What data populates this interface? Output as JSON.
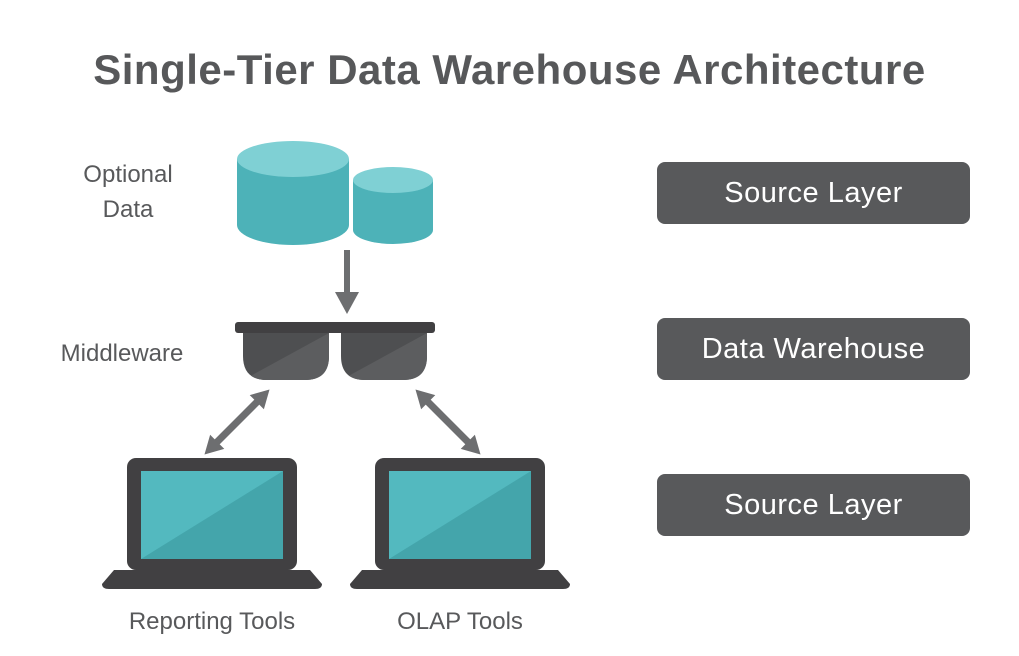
{
  "title": "Single-Tier Data Warehouse Architecture",
  "left_labels": {
    "optional_data": "Optional Data",
    "middleware": "Middleware"
  },
  "tool_labels": {
    "reporting": "Reporting Tools",
    "olap": "OLAP Tools"
  },
  "layer_boxes": [
    {
      "label": "Source Layer"
    },
    {
      "label": "Data Warehouse"
    },
    {
      "label": "Source Layer"
    }
  ],
  "icons": {
    "optional_data": "database-cylinder-icon",
    "flow_down": "down-arrow-icon",
    "middleware": "sunglasses-icon",
    "exchange_left": "double-headed-arrow-icon",
    "exchange_right": "double-headed-arrow-icon",
    "reporting_tools": "laptop-icon",
    "olap_tools": "laptop-icon"
  },
  "colors": {
    "teal": "#4db2b8",
    "teal_light": "#7fd0d4",
    "screen_teal": "#44a5ab",
    "screen_teal_sheen": "#53b9bf",
    "text_gray": "#58595b",
    "box_gray": "#58595b",
    "arrow_gray": "#6d6e70",
    "frame_dark": "#414042",
    "lens_gray": "#4e4f51",
    "lens_sheen": "#5c5d5f",
    "background": "#ffffff"
  }
}
